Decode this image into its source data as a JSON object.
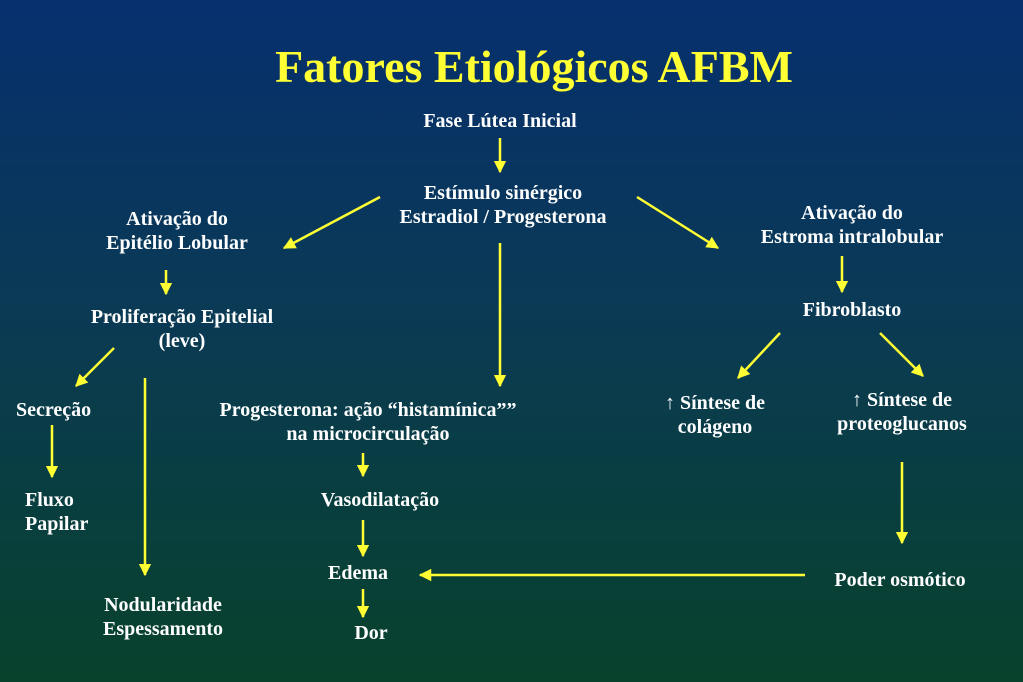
{
  "title": "Fatores Etiológicos AFBM",
  "nodes": {
    "fase_lutea": "Fase Lútea Inicial",
    "estimulo": "Estímulo sinérgico\nEstradiol / Progesterona",
    "ativacao_epitelio": "Ativação do\nEpitélio Lobular",
    "ativacao_estroma": "Ativação do\nEstroma intralobular",
    "proliferacao": "Proliferação Epitelial\n(leve)",
    "fibroblasto": "Fibroblasto",
    "secrecao": "Secreção",
    "progesterona": "Progesterona: ação “histamínica””\nna microcirculação",
    "sintese_colageno": "↑ Síntese de\ncolágeno",
    "sintese_proteoglucanos": "↑ Síntese de\nproteoglucanos",
    "fluxo_papilar": "Fluxo\nPapilar",
    "vasodilatacao": "Vasodilatação",
    "edema": "Edema",
    "poder_osmotico": "Poder osmótico",
    "nodularidade": "Nodularidade\nEspessamento",
    "dor": "Dor"
  },
  "colors": {
    "arrow": "#ffff33",
    "title": "#ffff33",
    "text": "#ffffff"
  }
}
